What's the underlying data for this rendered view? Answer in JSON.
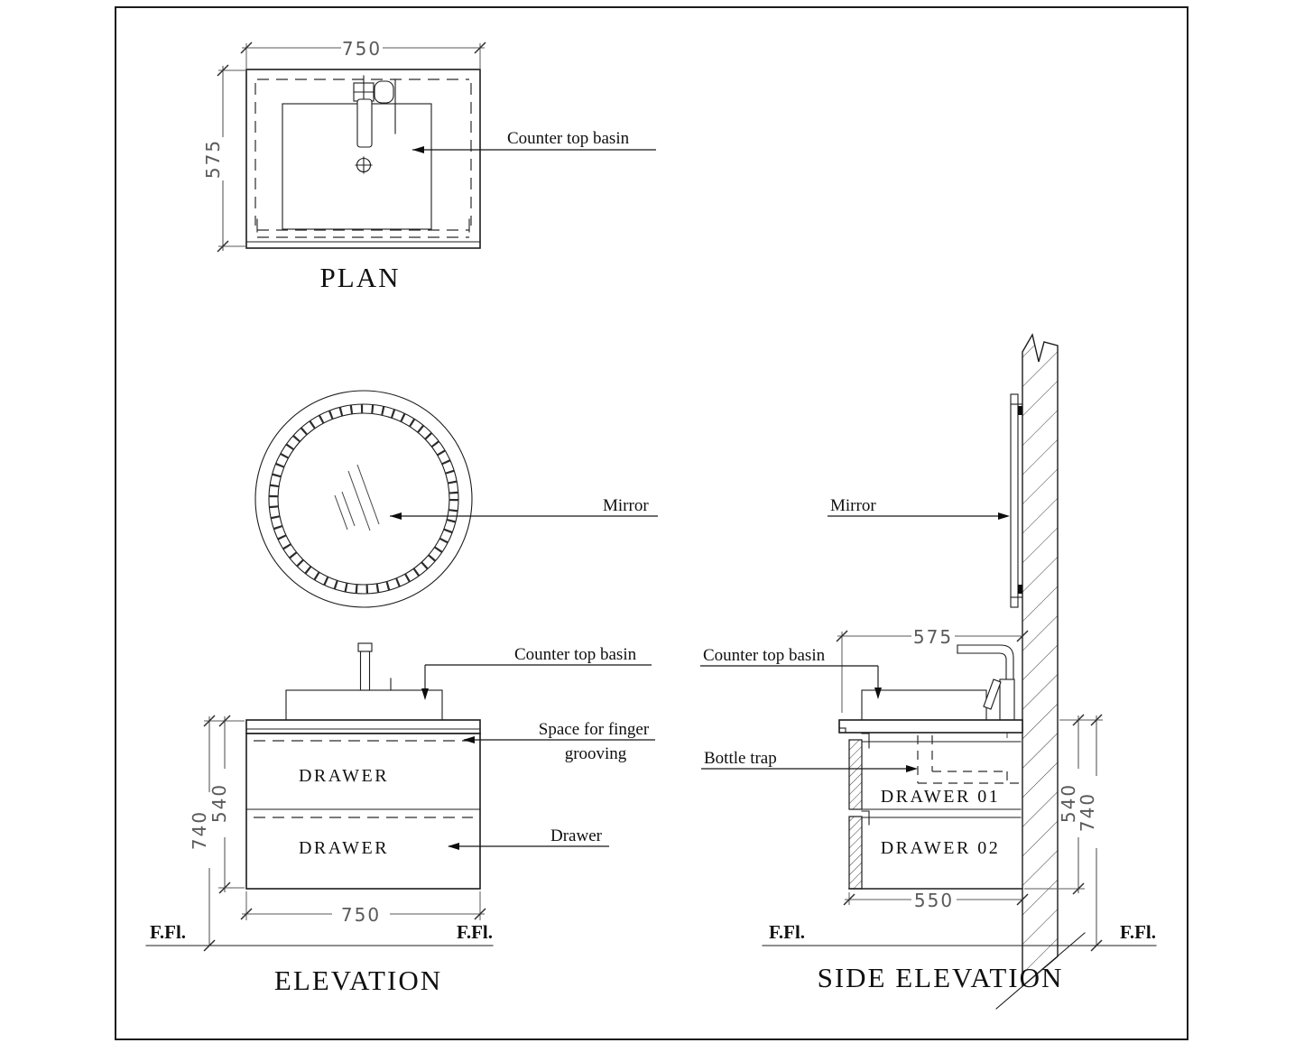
{
  "plan": {
    "title": "PLAN",
    "width": "750",
    "depth": "575",
    "basin_label": "Counter top basin"
  },
  "elevation": {
    "title": "ELEVATION",
    "mirror_label": "Mirror",
    "basin_label": "Counter top basin",
    "groove_label_line1": "Space for finger",
    "groove_label_line2": "grooving",
    "drawer_leader_label": "Drawer",
    "drawer_top_label": "DRAWER",
    "drawer_bottom_label": "DRAWER",
    "height_total": "740",
    "height_cabinet": "540",
    "width": "750",
    "ffl_left": "F.Fl.",
    "ffl_right": "F.Fl."
  },
  "side_elevation": {
    "title": "SIDE ELEVATION",
    "mirror_label": "Mirror",
    "basin_label": "Counter top basin",
    "bottle_trap_label": "Bottle trap",
    "drawer1_label": "DRAWER 01",
    "drawer2_label": "DRAWER 02",
    "counter_depth": "575",
    "cabinet_depth": "550",
    "height_cabinet": "540",
    "height_total": "740",
    "ffl_left": "F.Fl.",
    "ffl_right": "F.Fl."
  },
  "colors": {
    "line": "#1c1c1c",
    "dim_text": "#5a5a5a",
    "background": "#ffffff"
  }
}
